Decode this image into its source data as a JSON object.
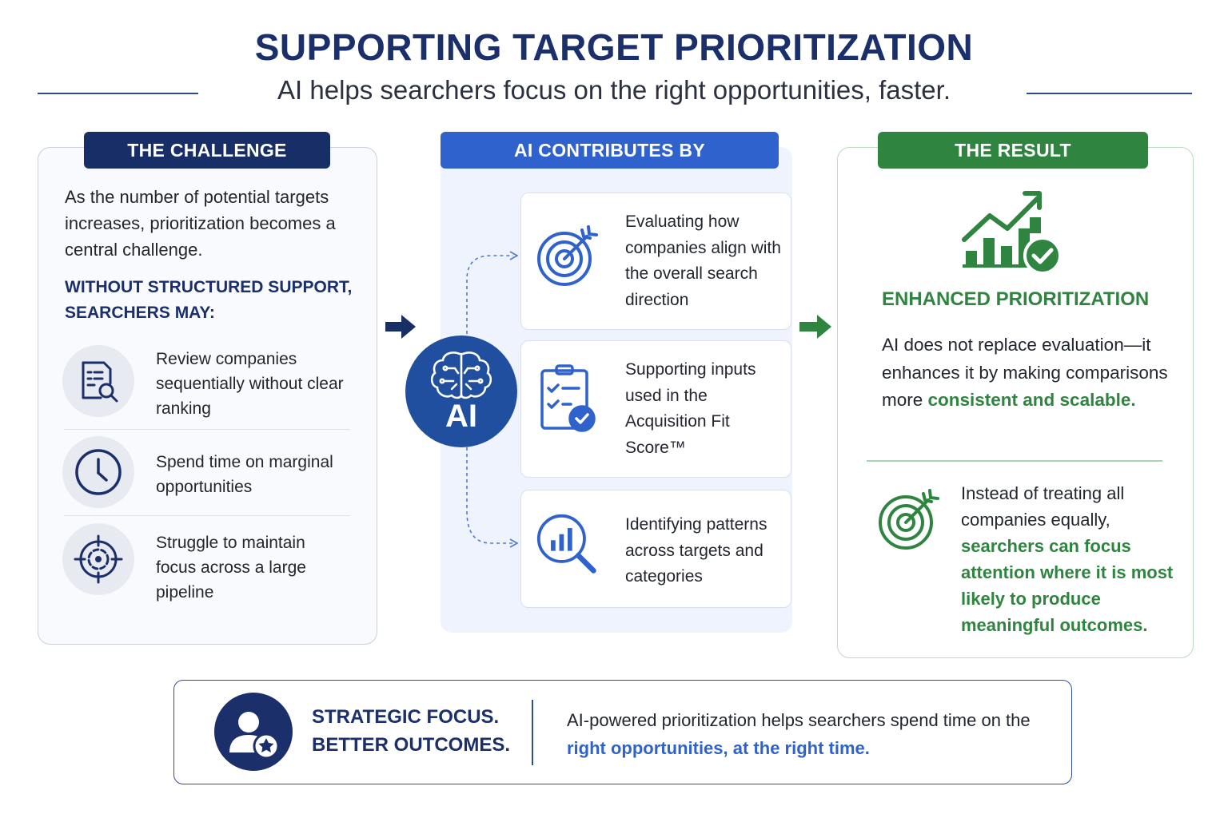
{
  "header": {
    "title": "SUPPORTING TARGET PRIORITIZATION",
    "subtitle": "AI helps searchers focus on the right opportunities, faster."
  },
  "challenge": {
    "tab_label": "THE CHALLENGE",
    "intro": "As the number of potential targets increases, prioritization becomes a central challenge.",
    "subheading_line1": "WITHOUT STRUCTURED SUPPORT,",
    "subheading_line2": "SEARCHERS MAY:",
    "items": [
      {
        "icon": "document-search-icon",
        "label": "Review companies sequentially without clear ranking"
      },
      {
        "icon": "clock-icon",
        "label": "Spend time on marginal opportunities"
      },
      {
        "icon": "crosshair-icon",
        "label": "Struggle to maintain focus across a large pipeline"
      }
    ]
  },
  "contributes": {
    "tab_label": "AI CONTRIBUTES BY",
    "ai_label": "AI",
    "ai_icon": "brain-circuit-icon",
    "cards": [
      {
        "icon": "target-arrow-icon",
        "text": "Evaluating how companies align with the overall search direction"
      },
      {
        "icon": "clipboard-check-icon",
        "text": "Supporting inputs used in the Acquisition Fit Score™"
      },
      {
        "icon": "chart-magnifier-icon",
        "text": "Identifying patterns across targets and categories"
      }
    ]
  },
  "result": {
    "tab_label": "THE RESULT",
    "icon": "growth-chart-check-icon",
    "heading": "ENHANCED PRIORITIZATION",
    "text_plain": "AI does not replace evaluation—it enhances it by making comparisons more ",
    "text_highlight": "consistent and scalable.",
    "focus_icon": "target-arrow-icon",
    "text2_plain": "Instead of treating all companies equally, ",
    "text2_highlight": "searchers can focus attention where it is most likely to produce meaningful outcomes."
  },
  "banner": {
    "icon": "user-star-icon",
    "heading_line1": "STRATEGIC FOCUS.",
    "heading_line2": "BETTER OUTCOMES.",
    "text_plain": "AI-powered prioritization helps searchers spend time on the ",
    "text_highlight": "right opportunities, at the right time."
  },
  "colors": {
    "navy": "#172f66",
    "blue": "#2f62cc",
    "green": "#2f8540"
  }
}
